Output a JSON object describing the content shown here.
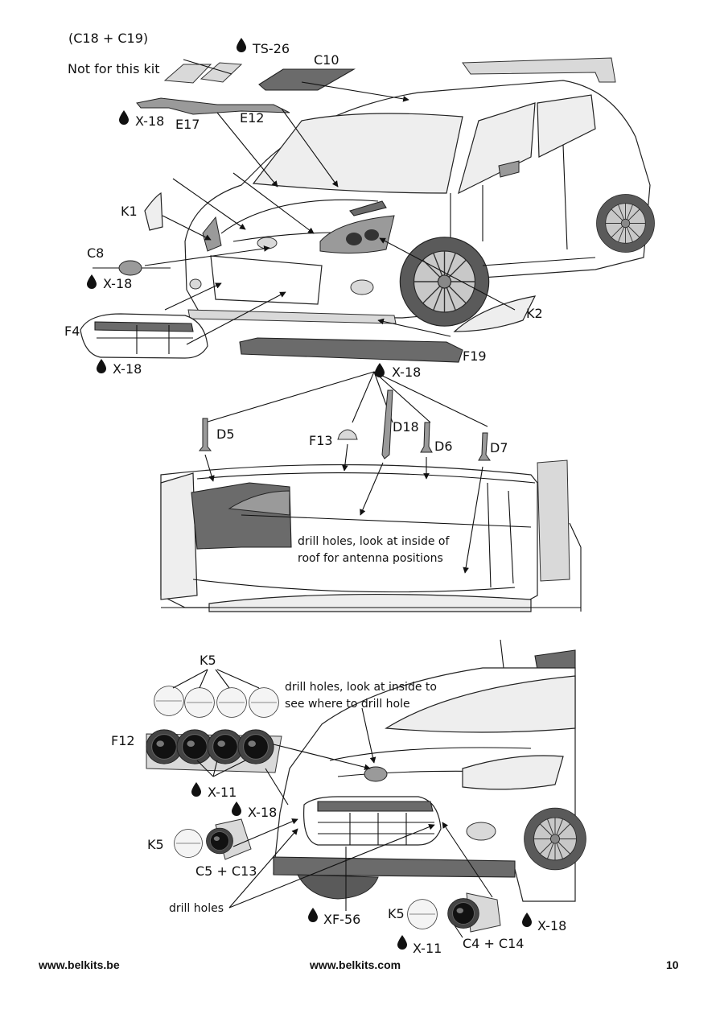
{
  "labels": {
    "c18_c19": "(C18 + C19)",
    "not_for_kit": "Not for this kit",
    "ts26": "TS-26",
    "c10": "C10",
    "x18_top": "X-18",
    "e17": "E17",
    "e12": "E12",
    "k1": "K1",
    "c8": "C8",
    "x18_c8": "X-18",
    "k2": "K2",
    "f4": "F4",
    "x18_f4": "X-18",
    "f19": "F19",
    "x18_f19": "X-18",
    "d5": "D5",
    "f13": "F13",
    "d18": "D18",
    "d6": "D6",
    "d7": "D7",
    "roof_note_1": "drill holes, look at inside of",
    "roof_note_2": "roof for antenna positions",
    "k5_top": "K5",
    "drill_note_1": "drill holes, look at inside to",
    "drill_note_2": "see where to drill hole",
    "f12": "F12",
    "x11_f12": "X-11",
    "x18_f12": "X-18",
    "k5_left": "K5",
    "c5_c13": "C5 + C13",
    "drill_holes": "drill holes",
    "xf56": "XF-56",
    "k5_right": "K5",
    "x18_c4": "X-18",
    "x11_c4": "X-11",
    "c4_c14": "C4 + C14"
  },
  "footer": {
    "left_url": "www.belkits.be",
    "center_url": "www.belkits.com",
    "page_number": "10"
  },
  "icons": {
    "paint_drop": "drop-icon"
  },
  "colors": {
    "ink": "#111111",
    "part_dark": "#6b6b6b",
    "part_light": "#d9d9d9"
  }
}
